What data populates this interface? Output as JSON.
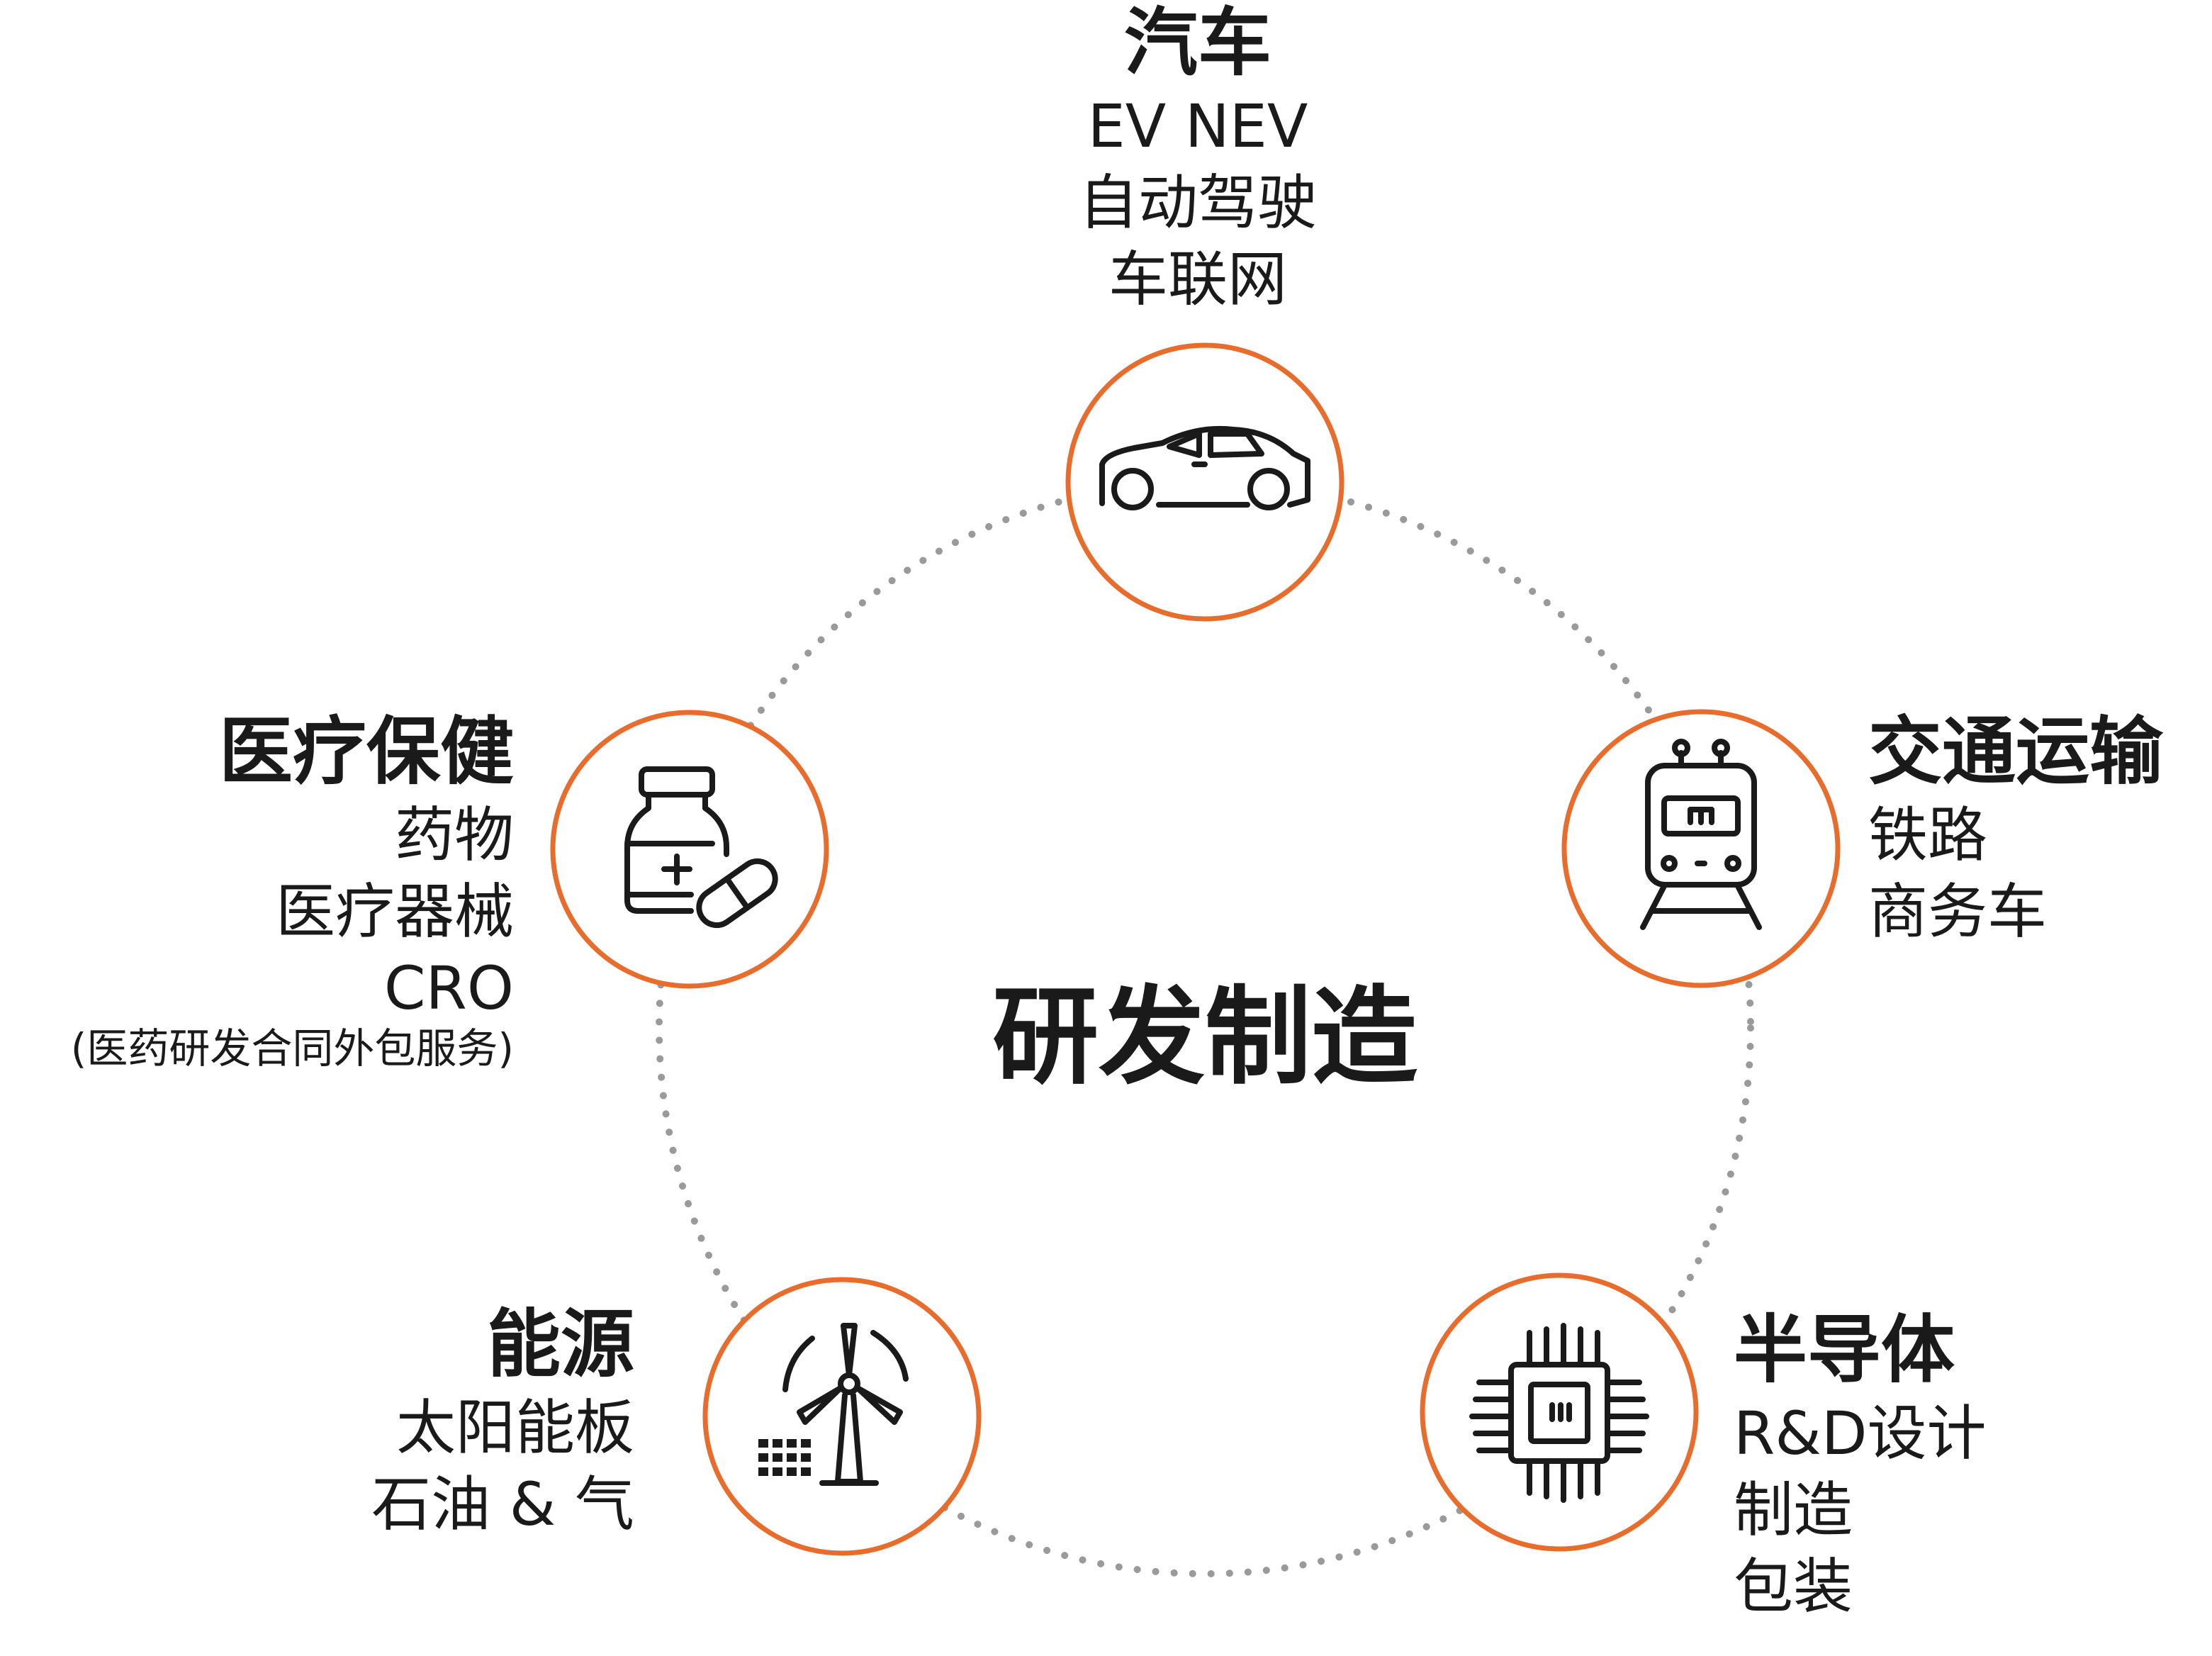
{
  "center": {
    "title": "研发制造"
  },
  "colors": {
    "ring": "#e86c2c",
    "dots": "#9a9a9a",
    "text": "#1a1a1a"
  },
  "nodes": [
    {
      "id": "automotive",
      "icon": "car-icon",
      "title": "汽车",
      "lines": [
        "EV NEV",
        "自动驾驶",
        "车联网"
      ]
    },
    {
      "id": "transport",
      "icon": "train-icon",
      "title": "交通运输",
      "lines": [
        "铁路",
        "商务车"
      ]
    },
    {
      "id": "semiconductor",
      "icon": "chip-icon",
      "title": "半导体",
      "lines": [
        "R&D设计",
        "制造",
        "包装"
      ]
    },
    {
      "id": "energy",
      "icon": "wind-turbine-icon",
      "title": "能源",
      "lines": [
        "太阳能板",
        "石油 & 气"
      ]
    },
    {
      "id": "healthcare",
      "icon": "medicine-bottle-icon",
      "title": "医疗保健",
      "lines": [
        "药物",
        "医疗器械",
        "CRO"
      ],
      "note": "(医药研发合同外包服务)"
    }
  ]
}
